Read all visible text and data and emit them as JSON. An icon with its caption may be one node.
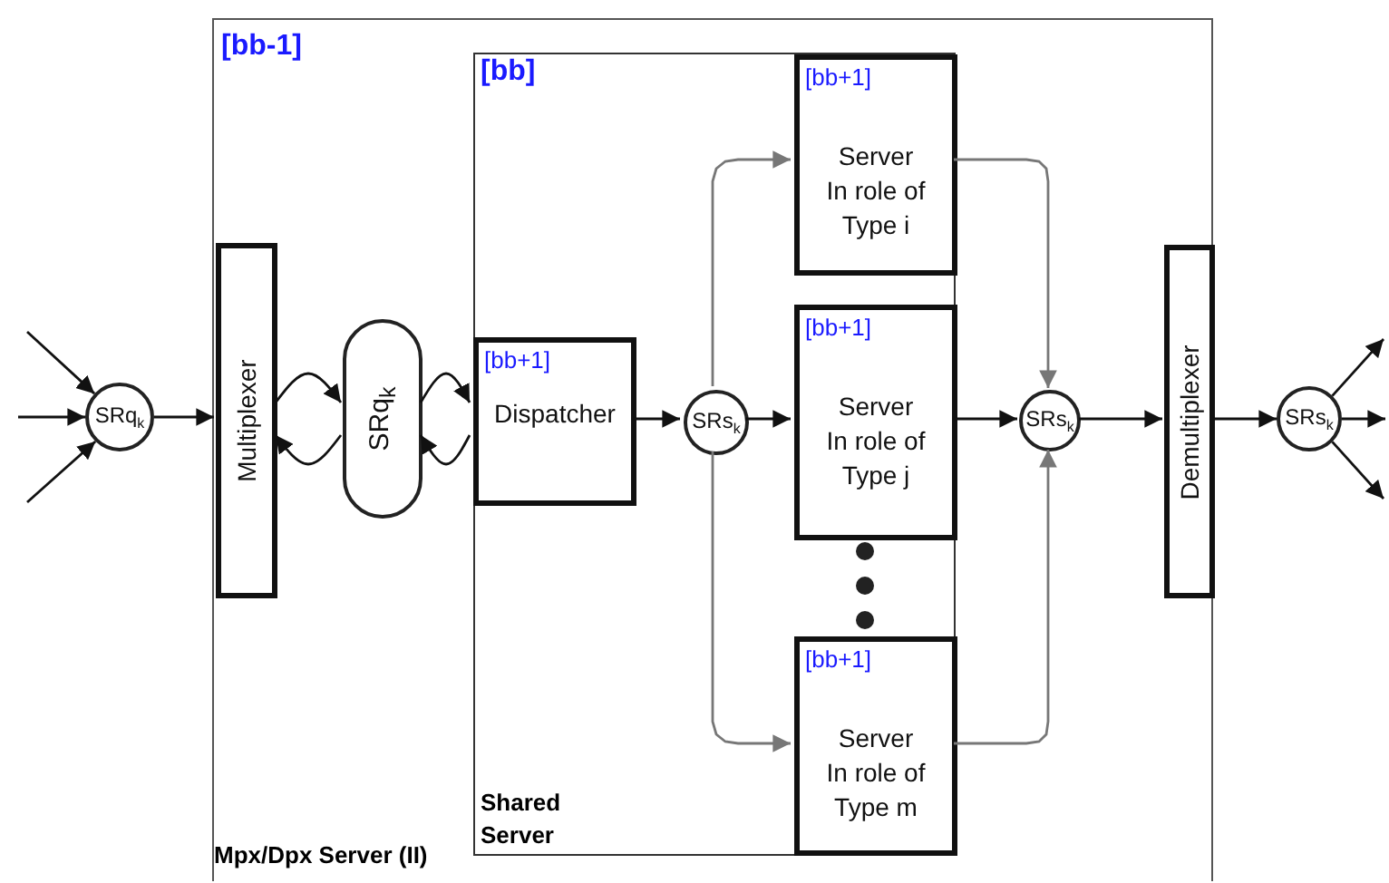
{
  "diagram": {
    "nodes": [
      {
        "text": [
          "[bb-1]",
          "Mpx/Dpx Server (II)"
        ]
      },
      {
        "text": [
          "SRq$_{k}$"
        ]
      },
      {
        "text": [
          "Multiplexer"
        ],
        "in": 0
      },
      {
        "text": [
          "SRq$_{k}$"
        ],
        "in": 0
      },
      {
        "text": [
          "[bb]",
          "Shared Server"
        ],
        "in": 0
      },
      {
        "text": [
          "[bb+1]",
          "Dispatcher"
        ],
        "in": 4
      },
      {
        "text": [
          "SRs$_{k}$"
        ],
        "in": 4
      },
      {
        "text": [
          "[bb+1]",
          "Server In role of Type i"
        ],
        "in": 4
      },
      {
        "text": [
          "[bb+1]",
          "Server In role of Type j"
        ],
        "in": 4
      },
      {
        "text": [
          "[bb+1]",
          "Server In role of Type m"
        ],
        "in": 4
      },
      {
        "text": [
          "SRs$_{k}$"
        ],
        "in": 0
      },
      {
        "text": [
          "Demultiplexer"
        ],
        "in": 0
      },
      {
        "text": [
          "SRs$_{k}$"
        ]
      }
    ],
    "edges": [
      {
        "from": null,
        "to": 1,
        "arrow": "to"
      },
      {
        "from": null,
        "to": 1,
        "arrow": "to"
      },
      {
        "from": null,
        "to": 1,
        "arrow": "to"
      },
      {
        "from": 1,
        "to": 2,
        "arrow": "to"
      },
      {
        "from": 2,
        "to": 3,
        "arrow": "to"
      },
      {
        "from": 3,
        "to": 2,
        "arrow": "to"
      },
      {
        "from": 3,
        "to": 5,
        "arrow": "to"
      },
      {
        "from": 5,
        "to": 3,
        "arrow": "to"
      },
      {
        "from": 5,
        "to": 6,
        "arrow": "to"
      },
      {
        "from": 6,
        "to": 7,
        "arrow": "to",
        "color": "#777777"
      },
      {
        "from": 6,
        "to": 8,
        "arrow": "to"
      },
      {
        "from": 6,
        "to": 9,
        "arrow": "to",
        "color": "#777777"
      },
      {
        "from": 7,
        "to": 10,
        "arrow": "to",
        "color": "#777777"
      },
      {
        "from": 8,
        "to": 10,
        "arrow": "to"
      },
      {
        "from": 9,
        "to": 10,
        "arrow": "to",
        "color": "#777777"
      },
      {
        "from": 10,
        "to": 11,
        "arrow": "to"
      },
      {
        "from": 11,
        "to": 12,
        "arrow": "to"
      },
      {
        "from": 12,
        "to": null,
        "arrow": "to"
      },
      {
        "from": 12,
        "to": null,
        "arrow": "to"
      },
      {
        "from": 12,
        "to": null,
        "arrow": "to"
      }
    ]
  }
}
